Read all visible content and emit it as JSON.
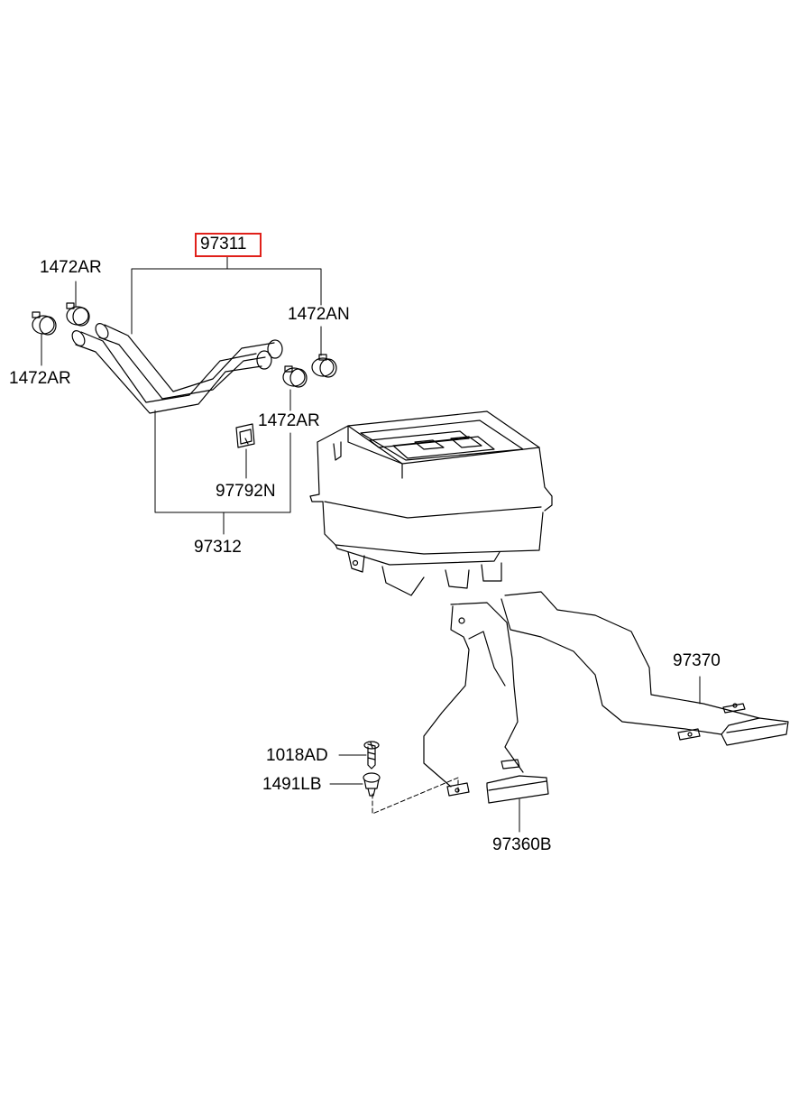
{
  "diagram": {
    "highlight_color": "#e0201a",
    "labels": {
      "p97311": "97311",
      "p1472ar_top": "1472AR",
      "p1472ar_left": "1472AR",
      "p1472an": "1472AN",
      "p1472ar_right": "1472AR",
      "p97792n": "97792N",
      "p97312": "97312",
      "p97370": "97370",
      "p1018ad": "1018AD",
      "p1491lb": "1491LB",
      "p97360b": "97360B"
    }
  }
}
